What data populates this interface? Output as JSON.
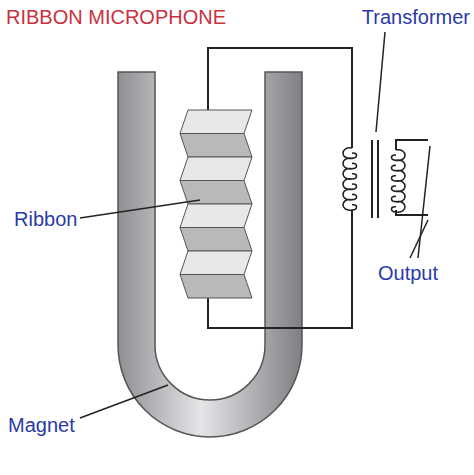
{
  "diagram": {
    "title": "RIBBON MICROPHONE",
    "labels": [
      "Transformer",
      "Ribbon",
      "Output",
      "Magnet"
    ]
  }
}
